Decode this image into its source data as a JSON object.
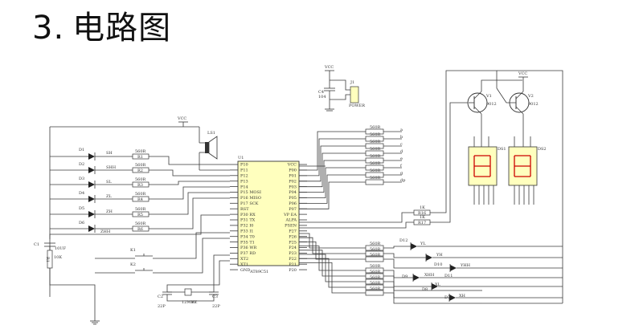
{
  "heading": {
    "number": "3.",
    "title": "电路图"
  },
  "mcu": {
    "name": "AT89C51",
    "ref": "U1",
    "left_pins": [
      "P10",
      "P11",
      "P12",
      "P13",
      "P14",
      "P15 MOSI",
      "P16 MISO",
      "P17 SCK",
      "RST",
      "P30 RX",
      "P31 TX",
      "P32 I0",
      "P33 I1",
      "P34 T0",
      "P35 T1",
      "P36 WR",
      "P37 RD",
      "XT2",
      "XT1",
      "GND"
    ],
    "right_pins": [
      "VCC",
      "P00",
      "P01",
      "P02",
      "P03",
      "P04",
      "P05",
      "P06",
      "P07",
      "VP EA",
      "ALPA",
      "PSEN",
      "P27",
      "P26",
      "P25",
      "P24",
      "P23",
      "P22",
      "P21",
      "P20"
    ]
  },
  "power": {
    "vcc": "VCC"
  },
  "speaker": {
    "ref": "LS1"
  },
  "power_input": {
    "ref": "J1",
    "cap_ref": "C4",
    "cap_value": "104",
    "label": "POWER"
  },
  "left_leds": [
    {
      "ref": "D1",
      "net": "SH",
      "res": "560R",
      "rref": "R1"
    },
    {
      "ref": "D2",
      "net": "SHH",
      "res": "560R",
      "rref": "R2"
    },
    {
      "ref": "D3",
      "net": "SL",
      "res": "560R",
      "rref": "R3"
    },
    {
      "ref": "D4",
      "net": "ZL",
      "res": "560R",
      "rref": "R4"
    },
    {
      "ref": "D5",
      "net": "ZH",
      "res": "560R",
      "rref": "R5"
    },
    {
      "ref": "D6",
      "net": "ZHH",
      "res": "560R",
      "rref": "R6"
    }
  ],
  "reset": {
    "cap_ref": "C1",
    "cap_value": "10UF",
    "res_ref": "R1",
    "res_value": "10K"
  },
  "keys": [
    "K1",
    "K2"
  ],
  "crystal": {
    "ref": "Y1",
    "value": "12MHZ",
    "caps": [
      {
        "ref": "C2",
        "value": "22P"
      },
      {
        "ref": "C3",
        "value": "22P"
      }
    ]
  },
  "segment_resistors": [
    {
      "value": "560R",
      "net": "a"
    },
    {
      "value": "560R",
      "net": "b"
    },
    {
      "value": "560R",
      "net": "c"
    },
    {
      "value": "560R",
      "net": "d"
    },
    {
      "value": "560R",
      "net": "e"
    },
    {
      "value": "560R",
      "net": "f"
    },
    {
      "value": "560R",
      "net": "g"
    },
    {
      "value": "560R",
      "net": "dp"
    }
  ],
  "transistors": [
    {
      "ref": "V1",
      "type": "9012"
    },
    {
      "ref": "V2",
      "type": "9012"
    }
  ],
  "base_resistors": [
    {
      "value": "1K",
      "ref": "R16"
    },
    {
      "value": "1K",
      "ref": "R17"
    }
  ],
  "displays": [
    {
      "ref": "DS1"
    },
    {
      "ref": "DS2"
    }
  ],
  "right_leds": [
    {
      "ref": "D12",
      "net": "YL",
      "res": "560R"
    },
    {
      "ref": "D10",
      "net": "YH",
      "res": "560R"
    },
    {
      "ref": "D11",
      "net": "YHH",
      "res": "560R"
    },
    {
      "ref": "D9",
      "net": "XHH",
      "res": "560R"
    },
    {
      "ref": "D8",
      "net": "XL",
      "res": "560R"
    },
    {
      "ref": "D7",
      "net": "XH",
      "res": "560R"
    },
    {
      "ref": "",
      "net": "",
      "res": "560R"
    },
    {
      "ref": "",
      "net": "",
      "res": "560R"
    }
  ]
}
